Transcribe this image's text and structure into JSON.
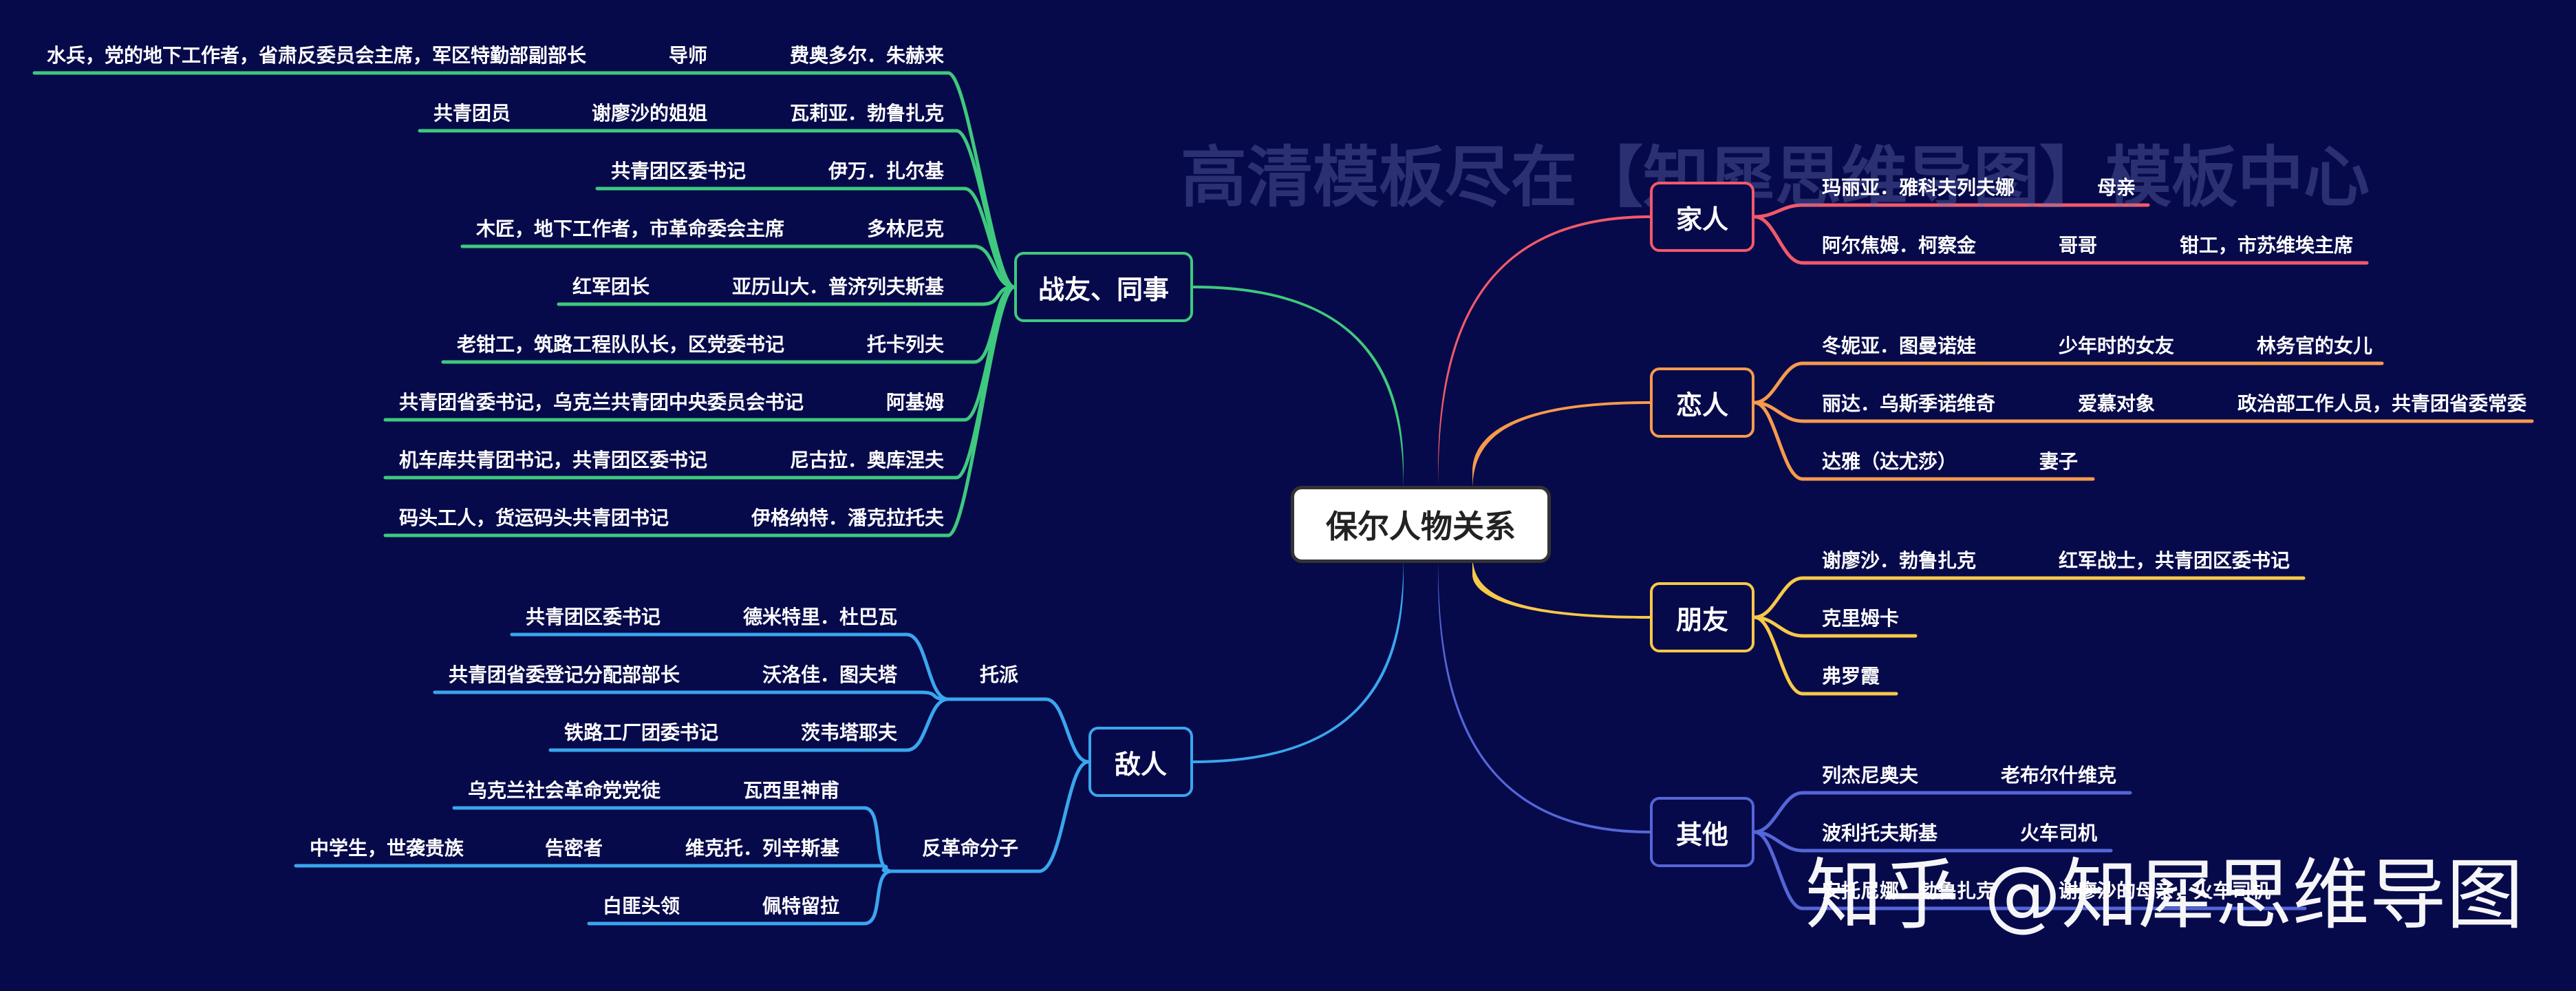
{
  "watermark": "高清模板尽在【知犀思维导图】模板中心",
  "credit": "知乎 @知犀思维导图",
  "root": "保尔人物关系",
  "branches": {
    "comrades": {
      "label": "战友、同事",
      "color": "#3ec97e",
      "rows": [
        {
          "cells": [
            "水兵，党的地下工作者，省肃反委员会主席，军区特勤部副部长",
            "导师",
            "费奥多尔．朱赫来"
          ]
        },
        {
          "cells": [
            "共青团员",
            "谢廖沙的姐姐",
            "瓦莉亚．勃鲁扎克"
          ]
        },
        {
          "cells": [
            "共青团区委书记",
            "伊万．扎尔基"
          ]
        },
        {
          "cells": [
            "木匠，地下工作者，市革命委会主席",
            "多林尼克"
          ]
        },
        {
          "cells": [
            "红军团长",
            "亚历山大．普济列夫斯基"
          ]
        },
        {
          "cells": [
            "老钳工，筑路工程队队长，区党委书记",
            "托卡列夫"
          ]
        },
        {
          "cells": [
            "共青团省委书记，乌克兰共青团中央委员会书记",
            "阿基姆"
          ]
        },
        {
          "cells": [
            "机车库共青团书记，共青团区委书记",
            "尼古拉．奥库涅夫"
          ]
        },
        {
          "cells": [
            "码头工人，货运码头共青团书记",
            "伊格纳特．潘克拉托夫"
          ]
        }
      ]
    },
    "enemies": {
      "label": "敌人",
      "color": "#3aa6ee",
      "groups": [
        {
          "label": "托派",
          "rows": [
            {
              "cells": [
                "共青团区委书记",
                "德米特里．杜巴瓦"
              ]
            },
            {
              "cells": [
                "共青团省委登记分配部部长",
                "沃洛佳．图夫塔"
              ]
            },
            {
              "cells": [
                "铁路工厂团委书记",
                "茨韦塔耶夫"
              ]
            }
          ]
        },
        {
          "label": "反革命分子",
          "rows": [
            {
              "cells": [
                "乌克兰社会革命党党徒",
                "瓦西里神甫"
              ]
            },
            {
              "cells": [
                "中学生，世袭贵族",
                "告密者",
                "维克托．列辛斯基"
              ]
            },
            {
              "cells": [
                "白匪头领",
                "佩特留拉"
              ]
            }
          ]
        }
      ]
    },
    "family": {
      "label": "家人",
      "color": "#f2596a",
      "rows": [
        {
          "cells": [
            "玛丽亚．雅科夫列夫娜",
            "母亲"
          ]
        },
        {
          "cells": [
            "阿尔焦姆．柯察金",
            "哥哥",
            "钳工，市苏维埃主席"
          ]
        }
      ]
    },
    "lovers": {
      "label": "恋人",
      "color": "#f79a4e",
      "rows": [
        {
          "cells": [
            "冬妮亚．图曼诺娃",
            "少年时的女友",
            "林务官的女儿"
          ]
        },
        {
          "cells": [
            "丽达．乌斯季诺维奇",
            "爱慕对象",
            "政治部工作人员，共青团省委常委"
          ]
        },
        {
          "cells": [
            "达雅（达尤莎）",
            "妻子"
          ]
        }
      ]
    },
    "friends": {
      "label": "朋友",
      "color": "#f7c948",
      "rows": [
        {
          "cells": [
            "谢廖沙．勃鲁扎克",
            "红军战士，共青团区委书记"
          ]
        },
        {
          "cells": [
            "克里姆卡"
          ]
        },
        {
          "cells": [
            "弗罗霞"
          ]
        }
      ]
    },
    "others": {
      "label": "其他",
      "color": "#5466d8",
      "rows": [
        {
          "cells": [
            "列杰尼奥夫",
            "老布尔什维克"
          ]
        },
        {
          "cells": [
            "波利托夫斯基",
            "火车司机"
          ]
        },
        {
          "cells": [
            "安托尼娜．勃鲁扎克",
            "谢廖沙的母亲，火车司机"
          ]
        }
      ]
    }
  }
}
